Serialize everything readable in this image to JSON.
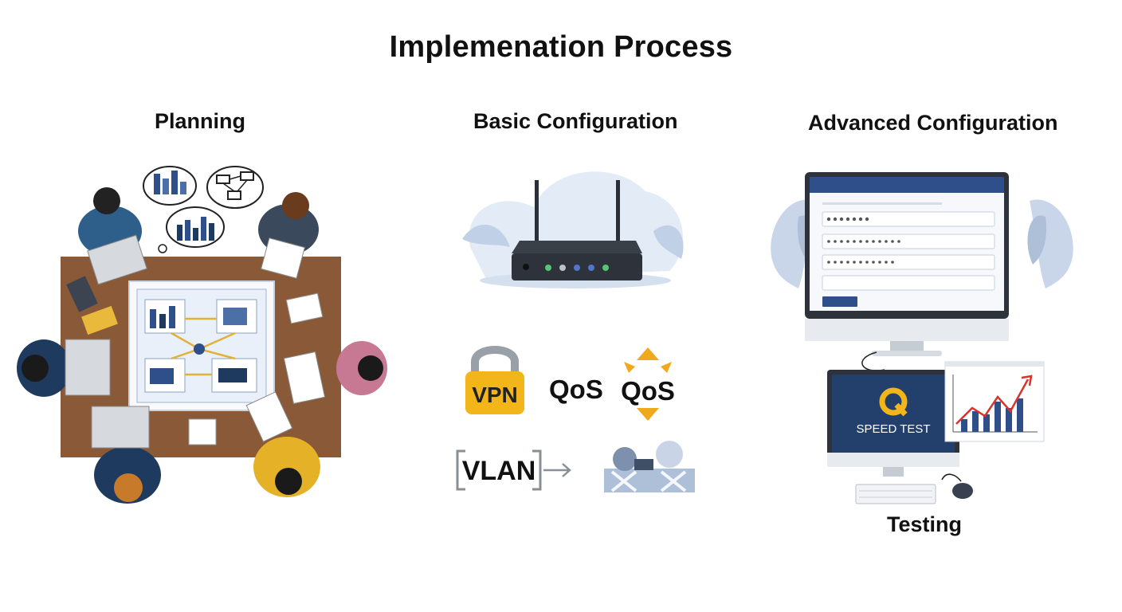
{
  "title": "Implemenation Process",
  "stages": {
    "planning": "Planning",
    "basic": "Basic Configuration",
    "advanced": "Advanced Configuration",
    "testing": "Testing"
  },
  "features": {
    "vpn": "VPN",
    "qos": "QoS",
    "qos2": "QoS",
    "vlan": "VLAN"
  },
  "speedtest": "SPEED TEST",
  "colors": {
    "table": "#8a5a38",
    "navy": "#1f3a5f",
    "accent_blue": "#2e4f8a",
    "vpn_gold": "#f2b51a",
    "qos_gold": "#f0a81c",
    "trend_red": "#d9332b"
  }
}
